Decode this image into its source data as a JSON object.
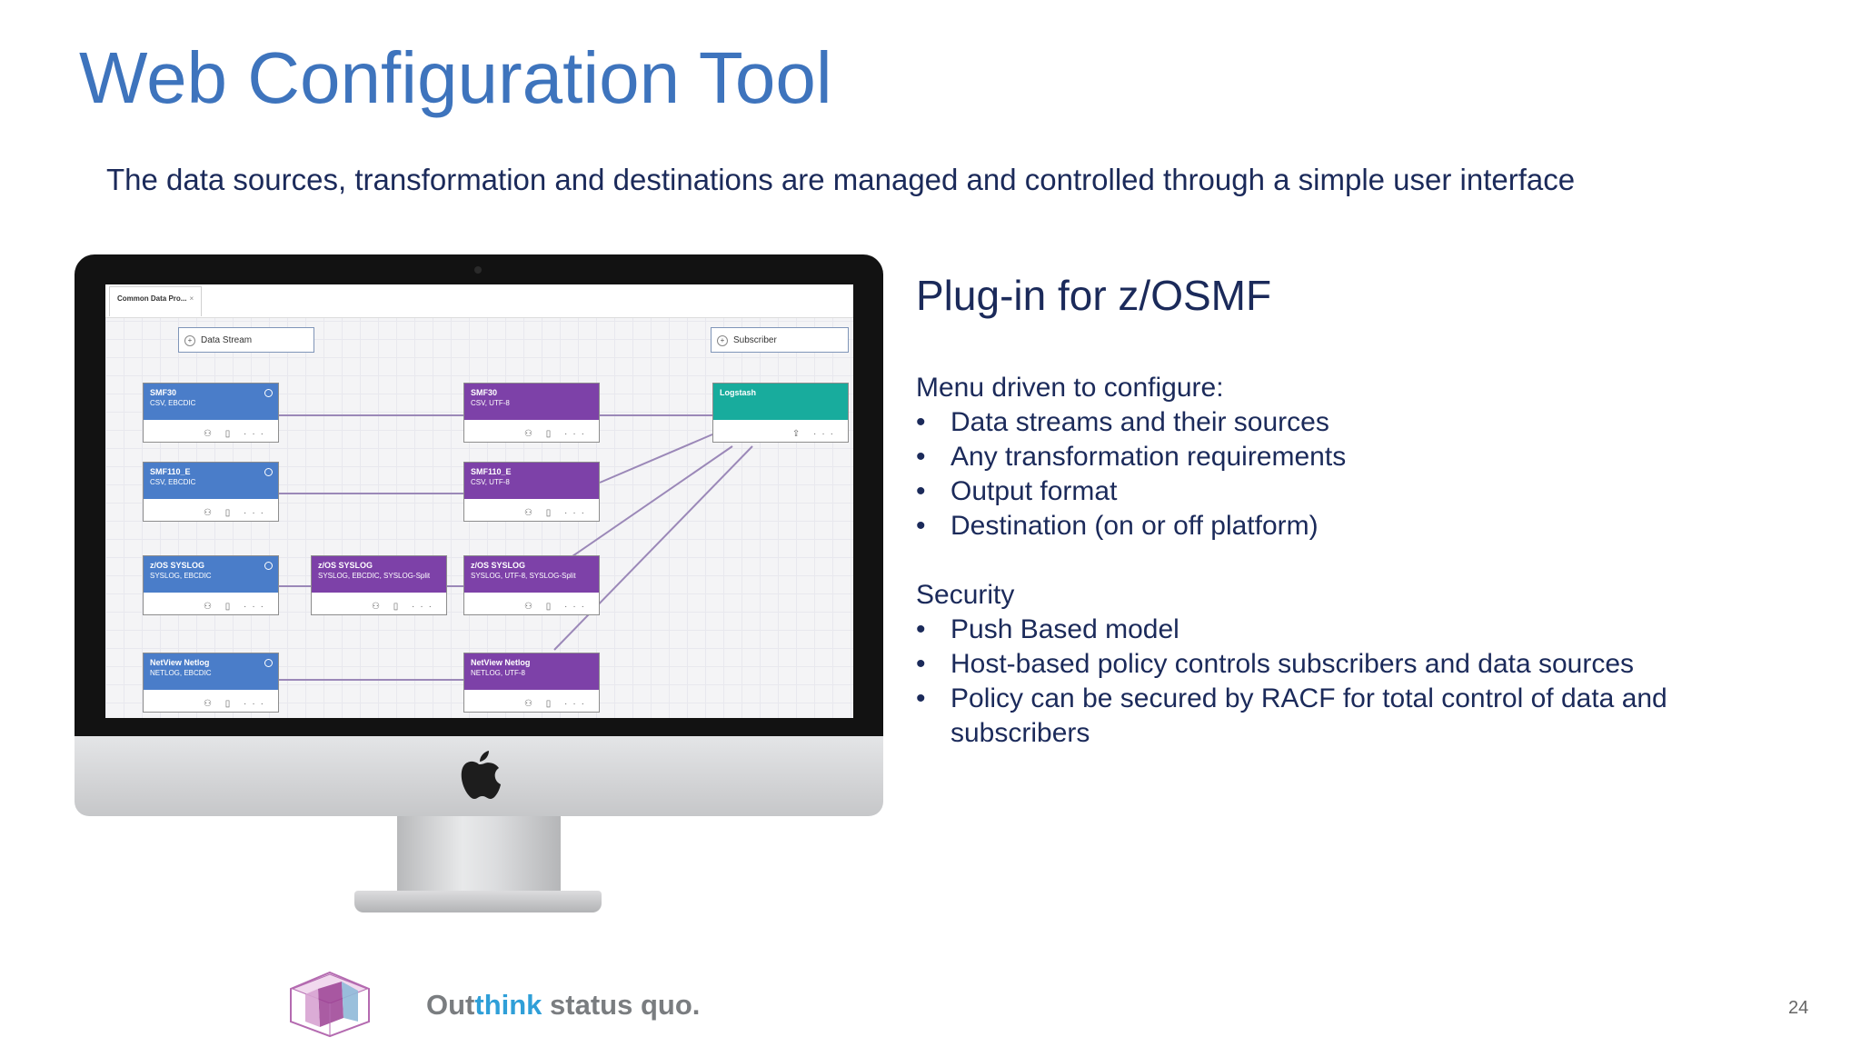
{
  "slide": {
    "title": "Web Configuration Tool",
    "subtitle": "The data sources, transformation and destinations are managed and controlled through a simple user interface",
    "page_number": "24"
  },
  "screen": {
    "tab_label": "Common Data Pro...",
    "tab_close": "×",
    "palette_left": "Data Stream",
    "palette_right": "Subscriber",
    "sources": [
      {
        "name": "SMF30",
        "sub": "CSV, EBCDIC"
      },
      {
        "name": "SMF110_E",
        "sub": "CSV, EBCDIC"
      },
      {
        "name": "z/OS SYSLOG",
        "sub": "SYSLOG, EBCDIC"
      },
      {
        "name": "NetView Netlog",
        "sub": "NETLOG, EBCDIC"
      }
    ],
    "split": {
      "name": "z/OS SYSLOG",
      "sub": "SYSLOG, EBCDIC, SYSLOG-Split"
    },
    "transforms": [
      {
        "name": "SMF30",
        "sub": "CSV, UTF-8"
      },
      {
        "name": "SMF110_E",
        "sub": "CSV, UTF-8"
      },
      {
        "name": "z/OS SYSLOG",
        "sub": "SYSLOG, UTF-8, SYSLOG-Split"
      },
      {
        "name": "NetView Netlog",
        "sub": "NETLOG, UTF-8"
      }
    ],
    "subscriber": {
      "name": "Logstash"
    },
    "tool_icons": "⚇ ▯ ···",
    "sub_tool_icons": "⇪ ···"
  },
  "plugin": {
    "title": "Plug-in for z/OSMF",
    "menu_lead": "Menu driven to configure:",
    "menu_items": [
      "Data streams and their sources",
      "Any transformation requirements",
      "Output format",
      "Destination (on or off platform)"
    ],
    "security_lead": "Security",
    "security_items": [
      "Push Based model",
      "Host-based policy controls subscribers and data sources",
      "Policy can be secured by RACF for total control of data and subscribers"
    ],
    "bullet": "•"
  },
  "footer": {
    "brand_part1": "Out",
    "brand_part2": "think",
    "brand_part3": " status quo."
  },
  "colors": {
    "title": "#3e74bd",
    "text": "#1b2a5a",
    "source_node": "#4a7dc9",
    "transform_node": "#7d41a8",
    "subscriber_node": "#18ac9d",
    "wire": "#9b88b8"
  }
}
